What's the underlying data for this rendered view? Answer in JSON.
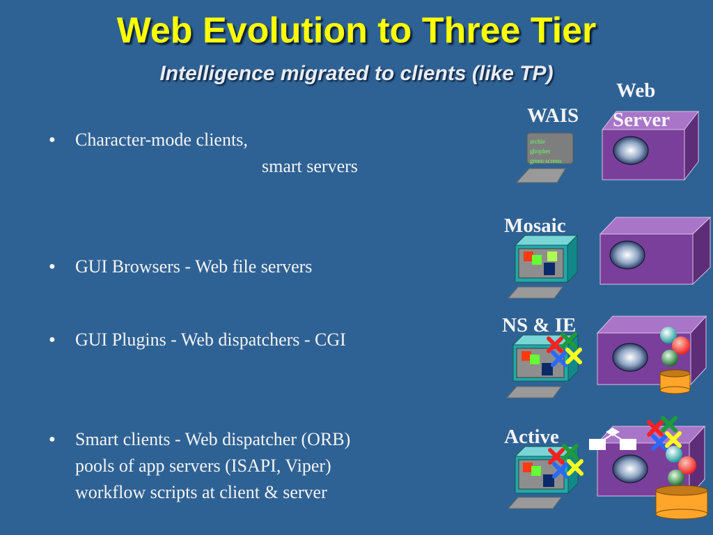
{
  "title": "Web Evolution to Three Tier",
  "subtitle": "Intelligence migrated to clients (like TP)",
  "bullets": [
    {
      "lines": [
        "Character-mode clients,",
        "smart servers"
      ]
    },
    {
      "lines": [
        "GUI Browsers - Web file servers"
      ]
    },
    {
      "lines": [
        "GUI Plugins  - Web dispatchers - CGI"
      ]
    },
    {
      "lines": [
        "Smart clients - Web dispatcher (ORB)",
        "pools of app servers (ISAPI, Viper)",
        "workflow scripts at client & server"
      ]
    }
  ],
  "bullet_glyph": "●",
  "diagram": {
    "web_server_label": [
      "Web",
      "Server"
    ],
    "wais_label": "WAIS",
    "wais_screen_lines": [
      "archie",
      "ghopher",
      "green screen"
    ],
    "mosaic_label": "Mosaic",
    "nsie_label": "NS & IE",
    "active_label": "Active"
  },
  "colors": {
    "background": "#2f6294",
    "title": "#ffff00",
    "server_box": "#7a3f9a",
    "client_box": "#22a8a8",
    "database": "#ffa52a"
  }
}
